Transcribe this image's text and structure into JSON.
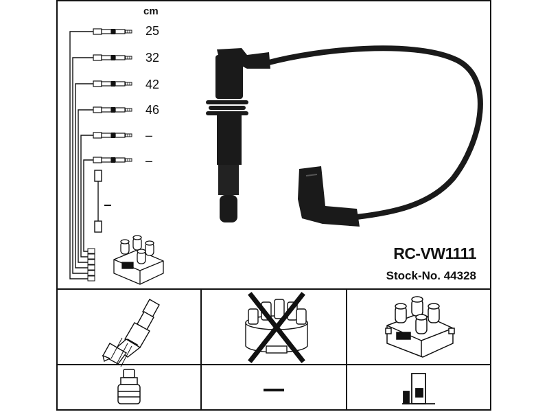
{
  "kit": {
    "part_number": "RC-VW1111",
    "stock_label": "Stock-No. 44328"
  },
  "lengths": {
    "unit": "cm",
    "rows": [
      "25",
      "32",
      "42",
      "46",
      "–",
      "–"
    ]
  },
  "icons": {
    "cable": "ignition-cable-icon",
    "coil": "ignition-coil-icon",
    "spark_plug": "spark-plug-icon",
    "distributor_cap": "distributor-cap-icon",
    "connector": "plug-connector-icon",
    "terminal": "terminal-icon"
  },
  "distributor_status": "not-included",
  "colors": {
    "ink": "#111111",
    "background": "#ffffff"
  }
}
